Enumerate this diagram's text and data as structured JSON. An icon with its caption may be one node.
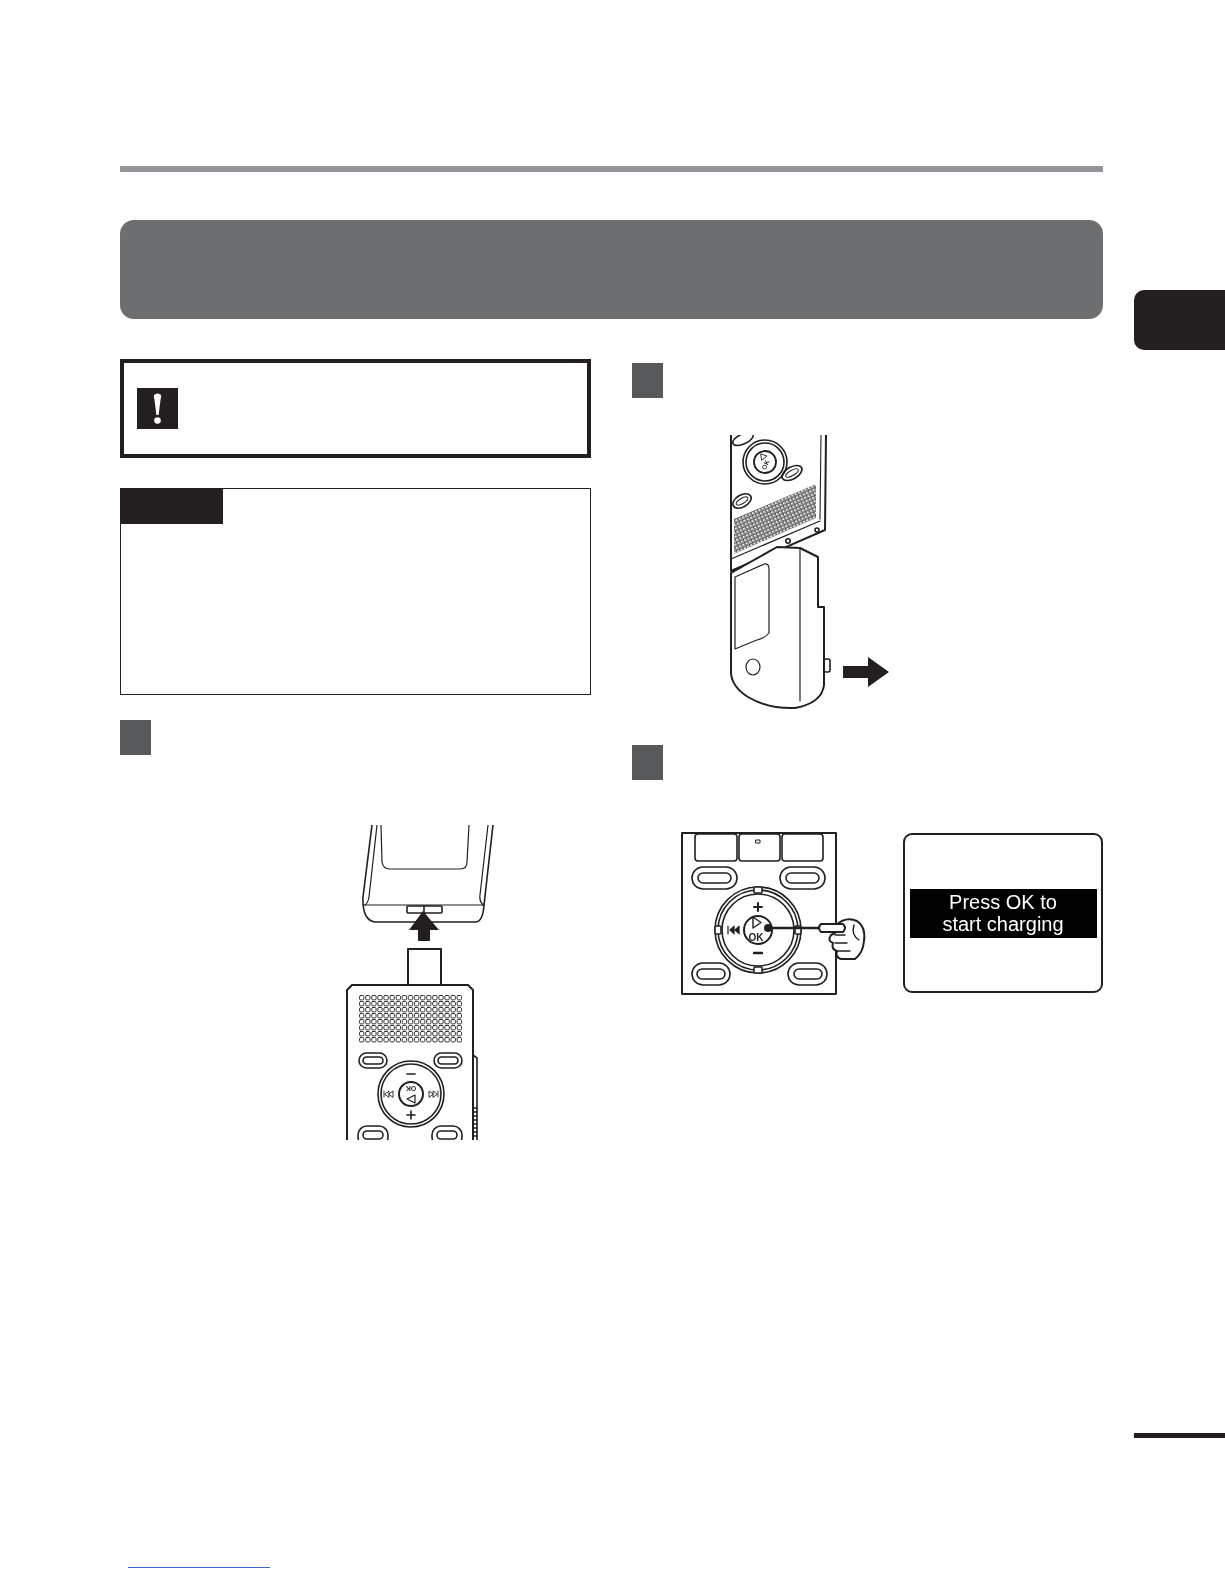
{
  "diagram": {
    "nodes": [
      {
        "text": [],
        "shape": "box"
      },
      {
        "text": [],
        "shape": "box"
      },
      {
        "text": [],
        "shape": "box"
      },
      {
        "text": [
          "Press OK to start charging"
        ]
      }
    ],
    "labels": [
      "OK",
      "OK",
      "OK"
    ]
  }
}
